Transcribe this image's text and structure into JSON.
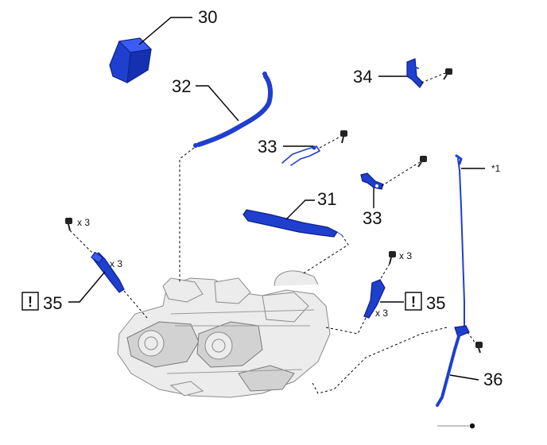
{
  "callouts": {
    "p30": "30",
    "p31": "31",
    "p32": "32",
    "p33_top": "33",
    "p33_bottom": "33",
    "p34": "34",
    "p35_left": "35",
    "p35_right": "35",
    "p36": "36"
  },
  "notes": {
    "star1": "*1",
    "bolt_qty_left": "x 3",
    "coil_qty_left": "x 3",
    "bolt_qty_right": "x 3",
    "coil_qty_right": "x 3",
    "caution_mark": "!"
  }
}
